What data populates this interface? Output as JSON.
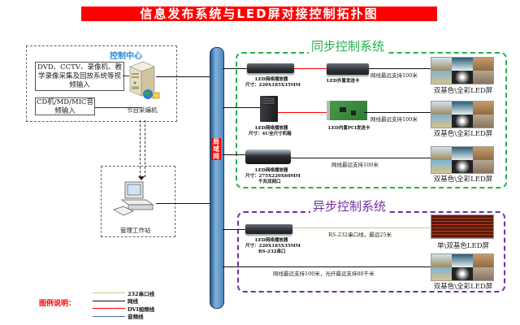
{
  "title": "信息发布系统与LED屏对接控制拓扑图",
  "control_center": {
    "label": "控制中心",
    "video_input": "DVD、CCTV、录像机、教学录像采集及回放系统等视频输入",
    "audio_input": "CD机/MD/MIC音频输入",
    "editor_label": "节目采编机"
  },
  "workstation": {
    "label": "管理工作站"
  },
  "bus": {
    "label": "局域网"
  },
  "sync_system": {
    "title": "同步控制系统",
    "rows": [
      {
        "player_name": "LED网络播放器",
        "player_size": "尺寸：220X185X35MM",
        "card_label": "LED外置发送卡",
        "link_text": "网线最远支持100米",
        "screen_label": "双基色\\全彩LED屏"
      },
      {
        "player_name": "LED网络播放器",
        "player_size": "尺寸：4U全尺寸机箱",
        "card_label": "LED内置PCI发送卡",
        "link_text": "网线最远支持100米",
        "screen_label": "双基色\\全彩LED屏"
      },
      {
        "player_name": "LED网络播放器",
        "player_size": "尺寸：275X220X60MM",
        "player_extra": "千兆双网口",
        "link_text": "网线最远支持100米",
        "screen_label": "双基色\\全彩LED屏"
      }
    ]
  },
  "async_system": {
    "title": "异步控制系统",
    "rows": [
      {
        "player_name": "LED网络播放器",
        "player_size": "尺寸：220X185X35MM",
        "player_extra": "RS-232串口",
        "link_text": "RS-232串口线，最远25米",
        "screen_label": "单\\双基色LED屏"
      },
      {
        "link_text": "网线最远支持100米，光纤最远支持80千米",
        "screen_label": "双基色\\全彩LED屏"
      }
    ]
  },
  "legend": {
    "title": "图例说明：",
    "items": [
      {
        "label": "232串口线",
        "color": "#b5d48c"
      },
      {
        "label": "网线",
        "color": "#111111"
      },
      {
        "label": "DVI视频线",
        "color": "#ff0000"
      },
      {
        "label": "音频线",
        "color": "#4a6fa5"
      }
    ]
  }
}
